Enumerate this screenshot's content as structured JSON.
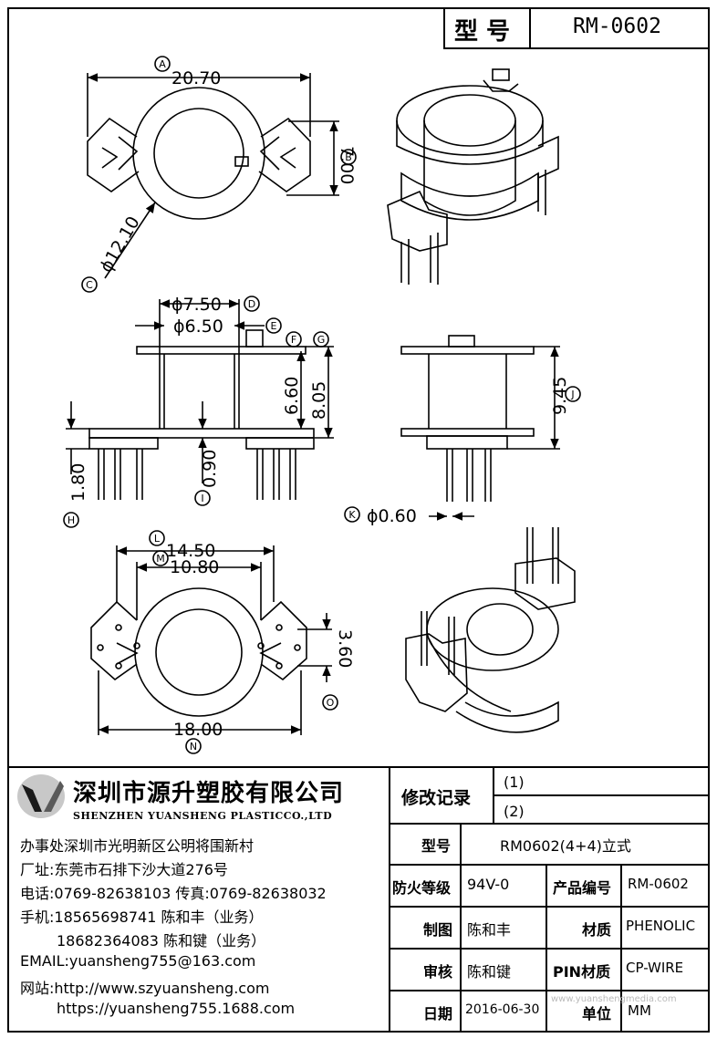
{
  "header": {
    "model_label": "型 号",
    "model_value": "RM-0602"
  },
  "dimensions": {
    "A": {
      "letter": "A",
      "value": "20.70"
    },
    "B": {
      "letter": "B",
      "value": "7.00"
    },
    "C": {
      "letter": "C",
      "value": "ϕ12.10"
    },
    "D": {
      "letter": "D",
      "value": "ϕ7.50"
    },
    "E": {
      "letter": "E",
      "value": "ϕ6.50"
    },
    "F": {
      "letter": "F"
    },
    "G": {
      "letter": "G"
    },
    "F_value": "6.60",
    "G_value": "8.05",
    "H": {
      "letter": "H",
      "value": "1.80"
    },
    "I": {
      "letter": "I",
      "value": "0.90"
    },
    "J": {
      "letter": "J",
      "value": "9.45"
    },
    "K": {
      "letter": "K",
      "value": "ϕ0.60"
    },
    "L": {
      "letter": "L",
      "value": "14.50"
    },
    "M": {
      "letter": "M",
      "value": "10.80"
    },
    "N": {
      "letter": "N",
      "value": "18.00"
    },
    "O": {
      "letter": "O",
      "value": "3.60"
    }
  },
  "company": {
    "name_cn": "深圳市源升塑胶有限公司",
    "name_en": "SHENZHEN YUANSHENG PLASTICCO.,LTD",
    "office": "办事处深圳市光明新区公明将围新村",
    "factory": "厂址:东莞市石排下沙大道276号",
    "phone": "电话:0769-82638103 传真:0769-82638032",
    "mobile1": "手机:18565698741 陈和丰（业务）",
    "mobile2": "18682364083 陈和键（业务）",
    "email": "EMAIL:yuansheng755@163.com",
    "web1": "网站:http://www.szyuansheng.com",
    "web2": "https://yuansheng755.1688.com"
  },
  "revision": {
    "label": "修改记录",
    "r1": "(1)",
    "r2": "(2)"
  },
  "spec": {
    "model_label": "型号",
    "model_value": "RM0602(4+4)立式",
    "fire_label": "防火等级",
    "fire_value": "94V-0",
    "product_no_label": "产品编号",
    "product_no_value": "RM-0602",
    "drawn_label": "制图",
    "drawn_value": "陈和丰",
    "material_label": "材质",
    "material_value": "PHENOLIC",
    "check_label": "审核",
    "check_value": "陈和键",
    "pin_label": "PIN材质",
    "pin_value": "CP-WIRE",
    "date_label": "日期",
    "date_value": "2016-06-30",
    "unit_label": "单位",
    "unit_value": "MM"
  },
  "watermark": "www.yuanshengmedia.com"
}
